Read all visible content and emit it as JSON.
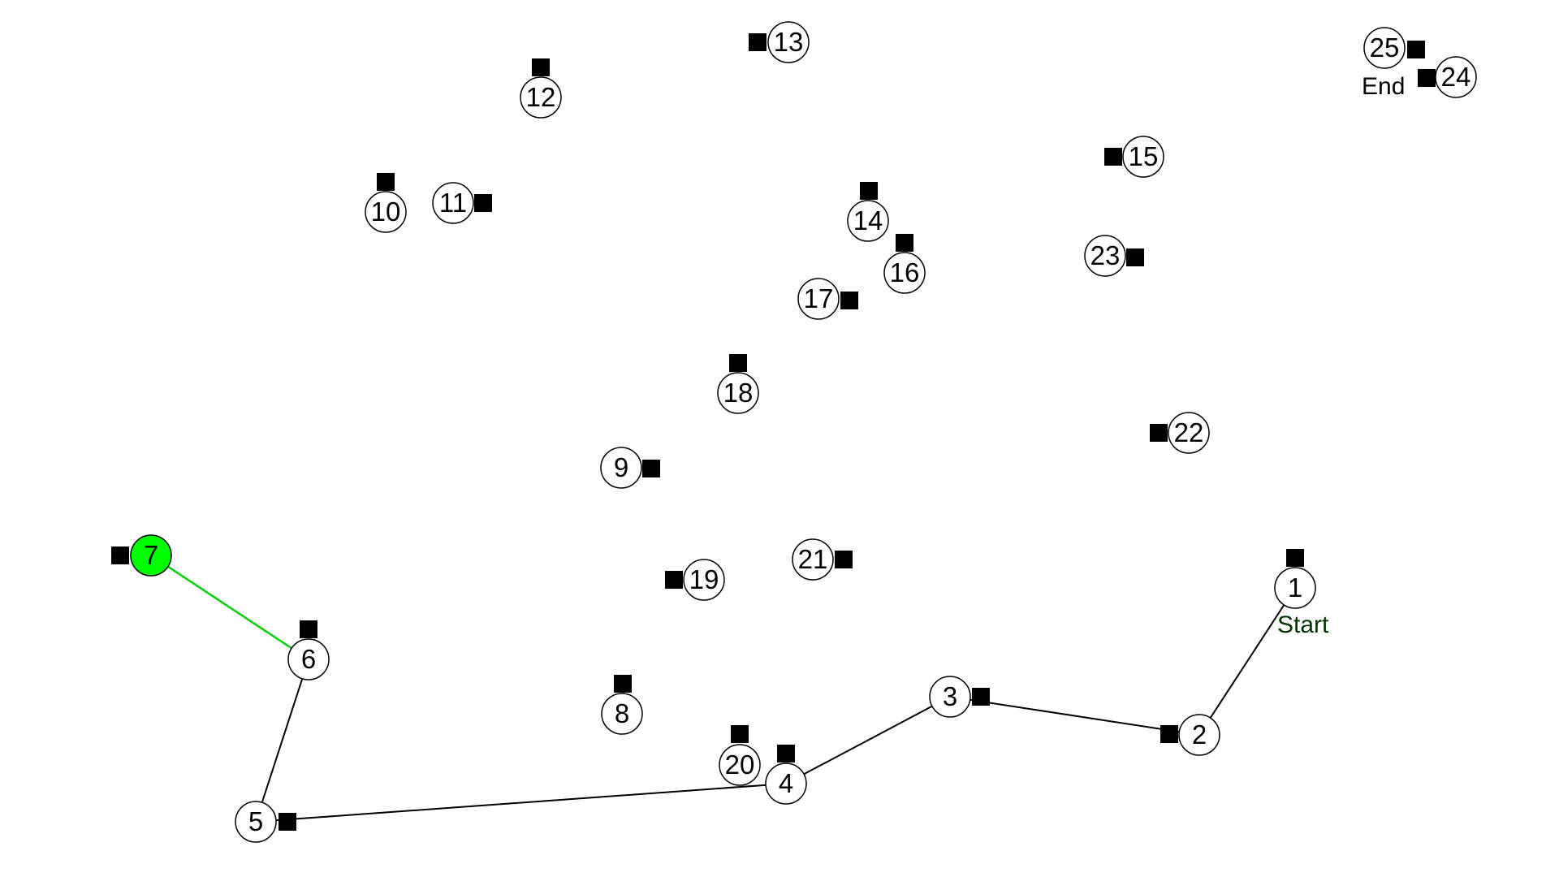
{
  "colors": {
    "background": "#ffffff",
    "node_fill": "#ffffff",
    "node_stroke": "#000000",
    "current_node_fill": "#00ff00",
    "path_line": "#000000",
    "current_segment": "#00d000",
    "pad": "#000000",
    "start_label": "#003300",
    "end_label": "#000000"
  },
  "markers": {
    "start_label": "Start",
    "end_label": "End"
  },
  "current_node": "7",
  "nodes": [
    {
      "id": "1",
      "label": "1"
    },
    {
      "id": "2",
      "label": "2"
    },
    {
      "id": "3",
      "label": "3"
    },
    {
      "id": "4",
      "label": "4"
    },
    {
      "id": "5",
      "label": "5"
    },
    {
      "id": "6",
      "label": "6"
    },
    {
      "id": "7",
      "label": "7"
    },
    {
      "id": "8",
      "label": "8"
    },
    {
      "id": "9",
      "label": "9"
    },
    {
      "id": "10",
      "label": "10"
    },
    {
      "id": "11",
      "label": "11"
    },
    {
      "id": "12",
      "label": "12"
    },
    {
      "id": "13",
      "label": "13"
    },
    {
      "id": "14",
      "label": "14"
    },
    {
      "id": "15",
      "label": "15"
    },
    {
      "id": "16",
      "label": "16"
    },
    {
      "id": "17",
      "label": "17"
    },
    {
      "id": "18",
      "label": "18"
    },
    {
      "id": "19",
      "label": "19"
    },
    {
      "id": "20",
      "label": "20"
    },
    {
      "id": "21",
      "label": "21"
    },
    {
      "id": "22",
      "label": "22"
    },
    {
      "id": "23",
      "label": "23"
    },
    {
      "id": "24",
      "label": "24"
    },
    {
      "id": "25",
      "label": "25"
    }
  ],
  "path": [
    "1",
    "2",
    "3",
    "4",
    "5",
    "6",
    "7"
  ]
}
